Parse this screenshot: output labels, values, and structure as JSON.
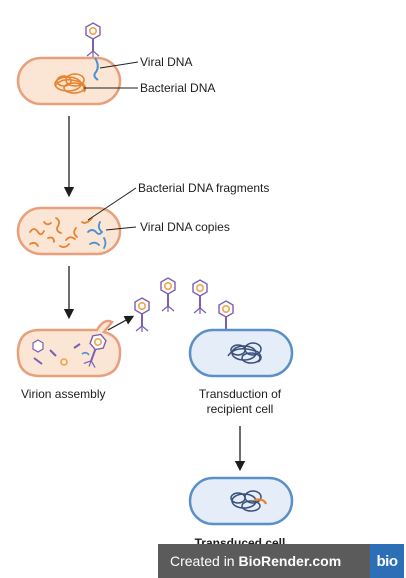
{
  "labels": {
    "viral_dna": "Viral DNA",
    "bacterial_dna": "Bacterial DNA",
    "bacterial_dna_fragments": "Bacterial DNA fragments",
    "viral_dna_copies": "Viral DNA copies",
    "virion_assembly": "Virion assembly",
    "transduction_line1": "Transduction of",
    "transduction_line2": "recipient cell",
    "transduced_cell": "Transduced cell"
  },
  "watermark": {
    "prefix": "Created in ",
    "brand": "BioRender.com",
    "logo": "bio"
  },
  "colors": {
    "cell_fill": "#fbe6d6",
    "cell_outline": "#e8a07c",
    "recipient_fill": "#e5eef8",
    "recipient_outline": "#5b8fc7",
    "bacterial_dna": "#e8822c",
    "viral_dna": "#4a8fd0",
    "phage_head": "#f2a24a",
    "phage_tail": "#7b5fb0",
    "arrow": "#1e1e1e"
  }
}
